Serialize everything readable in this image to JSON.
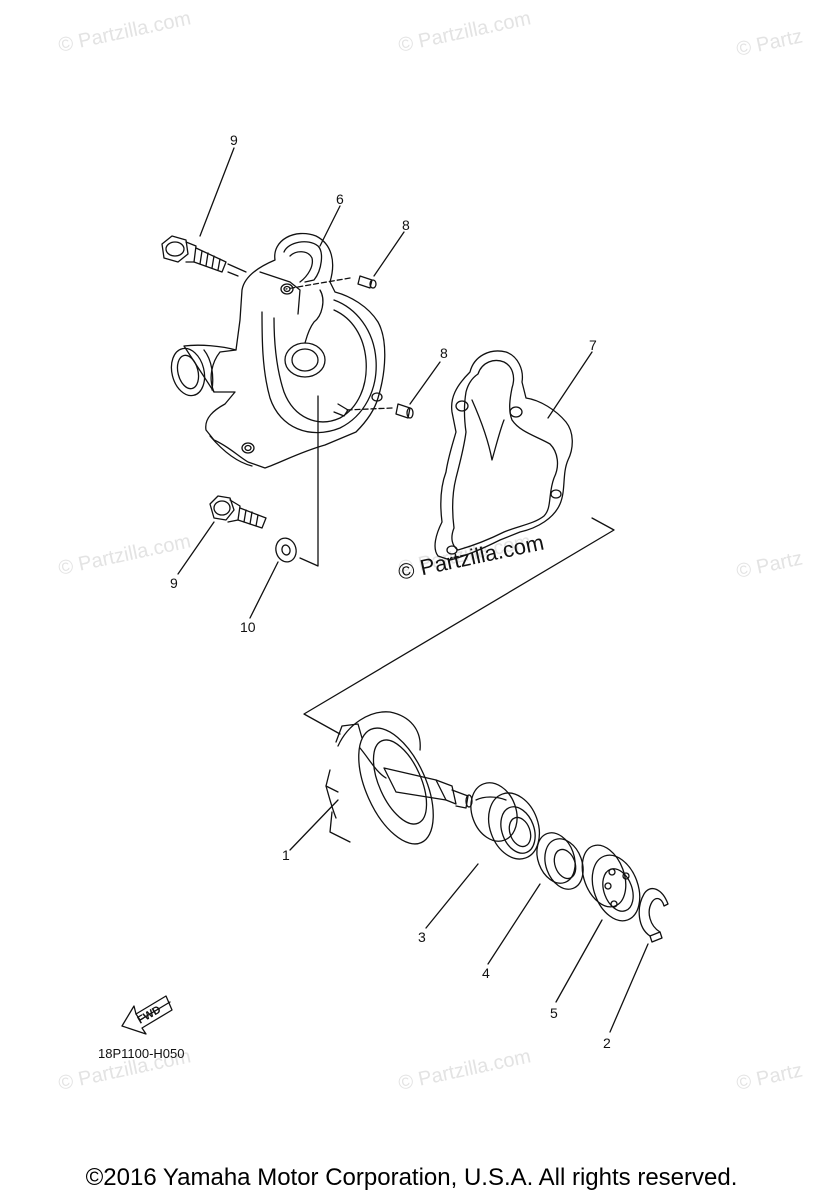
{
  "watermarks": [
    "© Partzilla.com",
    "© Partzilla.com",
    "© Partz",
    "© Partzilla.com",
    "© Partzilla.com",
    "© Partz",
    "© Partzilla.com",
    "© Partzilla.com",
    "© Partz"
  ],
  "center_watermark": "© Partzilla.com",
  "callouts": {
    "c1": "1",
    "c2": "2",
    "c3": "3",
    "c4": "4",
    "c5": "5",
    "c6": "6",
    "c7": "7",
    "c8a": "8",
    "c8b": "8",
    "c9a": "9",
    "c9b": "9",
    "c10": "10"
  },
  "fwd_label": "FWD",
  "diagram_code": "18P1100-H050",
  "copyright": "©2016 Yamaha Motor Corporation, U.S.A. All rights reserved."
}
